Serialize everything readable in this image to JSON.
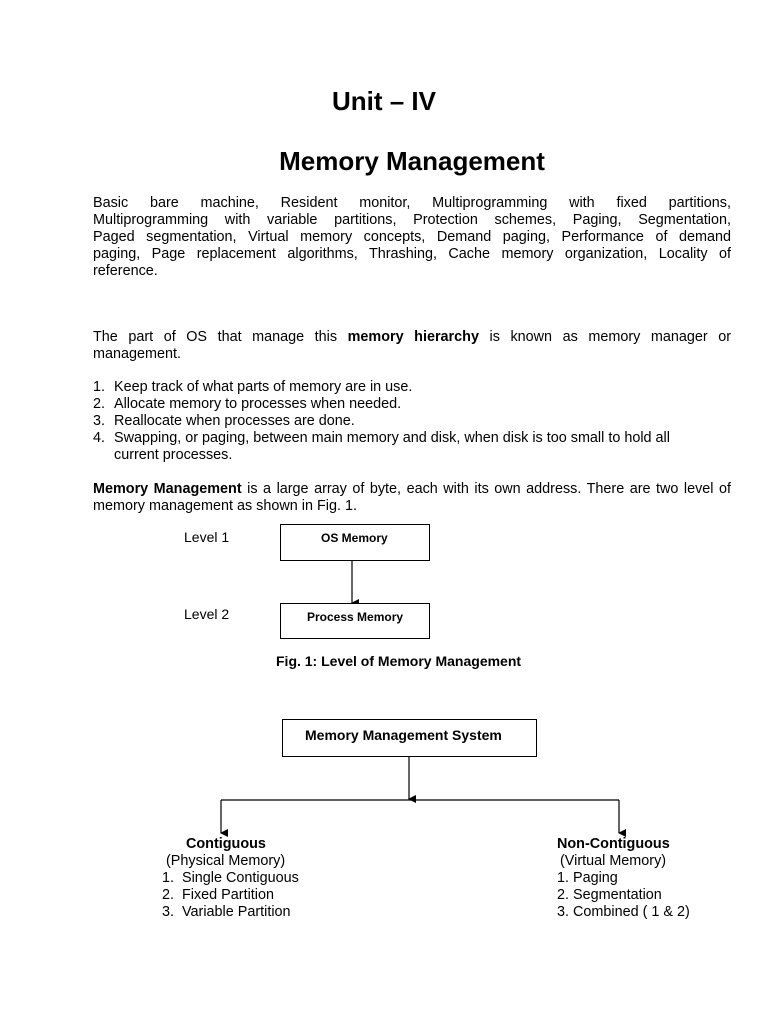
{
  "unit_title": "Unit – IV",
  "chapter_title": "Memory Management",
  "syllabus": {
    "line1": "Basic bare machine, Resident monitor, Multiprogramming with fixed partitions,",
    "line2": "Multiprogramming with variable partitions, Protection schemes, Paging, Segmentation,",
    "line3": "Paged segmentation, Virtual memory concepts, Demand paging, Performance of demand",
    "line4": "paging, Page replacement algorithms, Thrashing, Cache memory organization, Locality of",
    "line5": "reference."
  },
  "intro": {
    "before": "The part of OS that manage this ",
    "bold": "memory hierarchy",
    "after": " is known as memory manager or management."
  },
  "tasks": [
    {
      "num": "1.",
      "text": "Keep track of what parts of memory are in use."
    },
    {
      "num": "2.",
      "text": "Allocate memory to processes when needed."
    },
    {
      "num": "3.",
      "text": "Reallocate when processes are done."
    },
    {
      "num": "4.",
      "text": "Swapping, or paging, between main memory and disk, when disk is too small to hold all current processes."
    }
  ],
  "mm_para": {
    "bold": "Memory Management",
    "after": " is a large array of byte, each with its own address. There are two level of memory management as shown in Fig. 1."
  },
  "fig1": {
    "level1_label": "Level 1",
    "level2_label": "Level 2",
    "box1": "OS Memory",
    "box2": "Process Memory",
    "caption": "Fig. 1: Level of Memory Management"
  },
  "fig2": {
    "root": "Memory Management System",
    "left": {
      "heading": "Contiguous",
      "sub": "(Physical Memory)",
      "items": [
        "1.  Single Contiguous",
        "2.  Fixed Partition",
        "3.  Variable Partition"
      ]
    },
    "right": {
      "heading": "Non-Contiguous",
      "sub": "(Virtual Memory)",
      "items": [
        "1. Paging",
        "2. Segmentation",
        "3. Combined ( 1 & 2)"
      ]
    }
  }
}
